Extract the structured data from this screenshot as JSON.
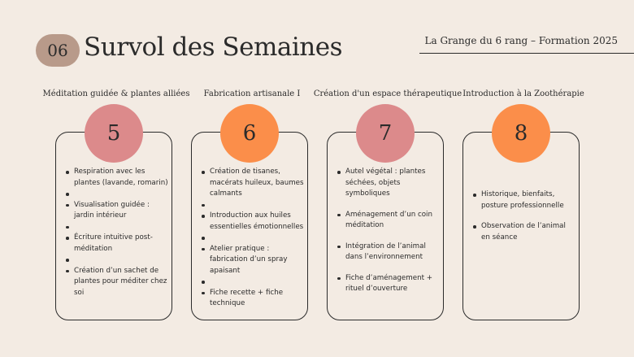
{
  "header": {
    "badge": "06",
    "title": "Survol des Semaines",
    "subtitle": "La Grange du 6 rang – Formation 2025"
  },
  "colors": {
    "pink": "#dc8a8b",
    "orange": "#fb8e4a",
    "background": "#f3ebe3"
  },
  "weeks": [
    {
      "heading": "Méditation guidée & plantes alliées",
      "number": "5",
      "items": [
        "Respiration avec les plantes (lavande, romarin)",
        "",
        "Visualisation guidée : jardin intérieur",
        "",
        "Écriture intuitive post-méditation",
        "",
        "Création d’un sachet de plantes pour méditer chez soi"
      ]
    },
    {
      "heading": "Fabrication artisanale I",
      "number": "6",
      "items": [
        "Création de tisanes, macérats huileux, baumes calmants",
        "",
        "Introduction aux huiles essentielles émotionnelles",
        "",
        "Atelier pratique : fabrication d’un spray apaisant",
        "",
        "Fiche recette + fiche technique"
      ]
    },
    {
      "heading": "Création d'un espace thérapeutique",
      "number": "7",
      "items": [
        "Autel végétal : plantes séchées, objets symboliques",
        "Aménagement d’un coin méditation",
        "Intégration de l’animal dans l’environnement",
        "Fiche d’aménagement + rituel d’ouverture"
      ]
    },
    {
      "heading": "Introduction à la Zoothérapie",
      "number": "8",
      "items": [
        "Historique, bienfaits, posture professionnelle",
        "Observation de l’animal en séance"
      ]
    }
  ]
}
